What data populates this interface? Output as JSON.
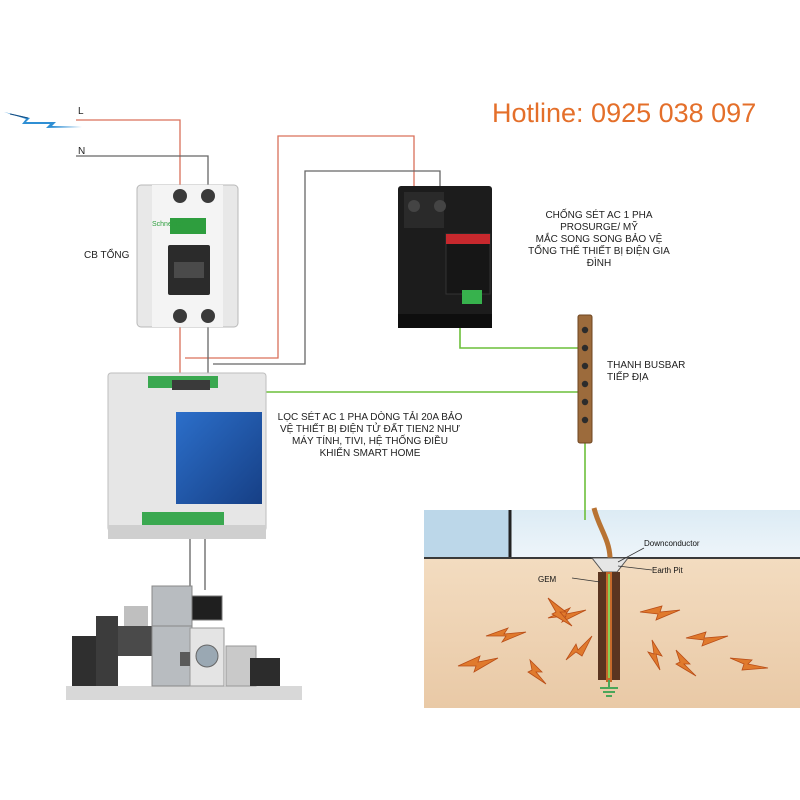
{
  "hotline": "Hotline: 0925 038 097",
  "wires": {
    "line": "L",
    "neutral": "N"
  },
  "labels": {
    "main_breaker": "CB TỔNG",
    "surge_protector": [
      "CHỐNG SÉT AC 1 PHA",
      "PROSURGE/ MỸ",
      "MẮC SONG SONG BẢO VỆ",
      "TỔNG THỂ THIẾT BỊ ĐIỆN GIA",
      "ĐÌNH"
    ],
    "busbar": [
      "THANH BUSBAR",
      "TIẾP ĐỊA"
    ],
    "filter": [
      "LỌC SÉT AC 1 PHA DÒNG TẢI 20A BẢO",
      "VỆ THIẾT BỊ ĐIỆN TỬ ĐẤT TIEN2 NHƯ",
      "MÁY TÍNH, TIVI, HỆ THỐNG ĐIỀU",
      "KHIỂN SMART HOME"
    ]
  },
  "breaker_brand": "Schneider",
  "ground": {
    "downconductor": "Downconductor",
    "earth_pit": "Earth Pit",
    "gem": "GEM"
  },
  "colors": {
    "hotline": "#e46f2a",
    "line_wire": "#d9705a",
    "neutral_wire": "#666666",
    "ground_wire": "#6cbf3a",
    "breaker_body": "#e8e8e8",
    "spd_body": "#1c1c1c",
    "filter_panel": "#1f5fb5",
    "soil": "#f3dcc0",
    "copper": "#b87333"
  }
}
